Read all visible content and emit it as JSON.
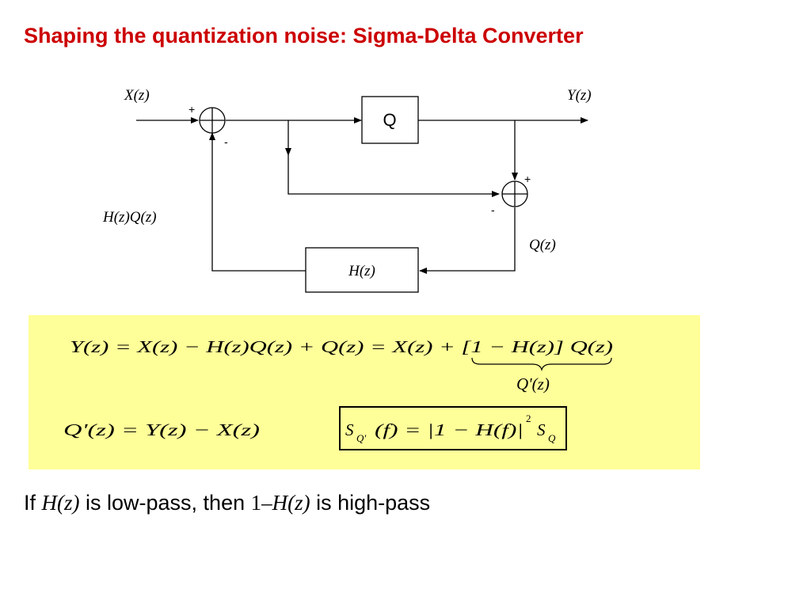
{
  "title": "Shaping the quantization noise: Sigma-Delta Converter",
  "diagram": {
    "input_label": "X(z)",
    "output_label": "Y(z)",
    "quantizer_label": "Q",
    "filter_label": "H(z)",
    "feedback_label": "H(z)Q(z)",
    "noise_label": "Q(z)",
    "plus_sign": "+",
    "minus_sign": "-"
  },
  "equations": {
    "eq1": "Y(z) = X(z) − H(z)Q(z) + Q(z) = X(z) + [1 − H(z)] Q(z)",
    "eq1_brace_label": "Q'(z)",
    "eq2": "Q'(z) = Y(z) − X(z)",
    "eq3_S": "S",
    "eq3_sub1": "Q'",
    "eq3_mid": "(f) = |1 − H(f)|",
    "eq3_exp": "2",
    "eq3_sub2": "Q"
  },
  "caption": {
    "prefix": "If ",
    "h_func": "H(z)",
    "mid": " is low-pass, then ",
    "one": "1",
    "dash": "–",
    "suffix": " is high-pass"
  },
  "colors": {
    "title": "#cc0000",
    "panel": "#ffff99"
  }
}
